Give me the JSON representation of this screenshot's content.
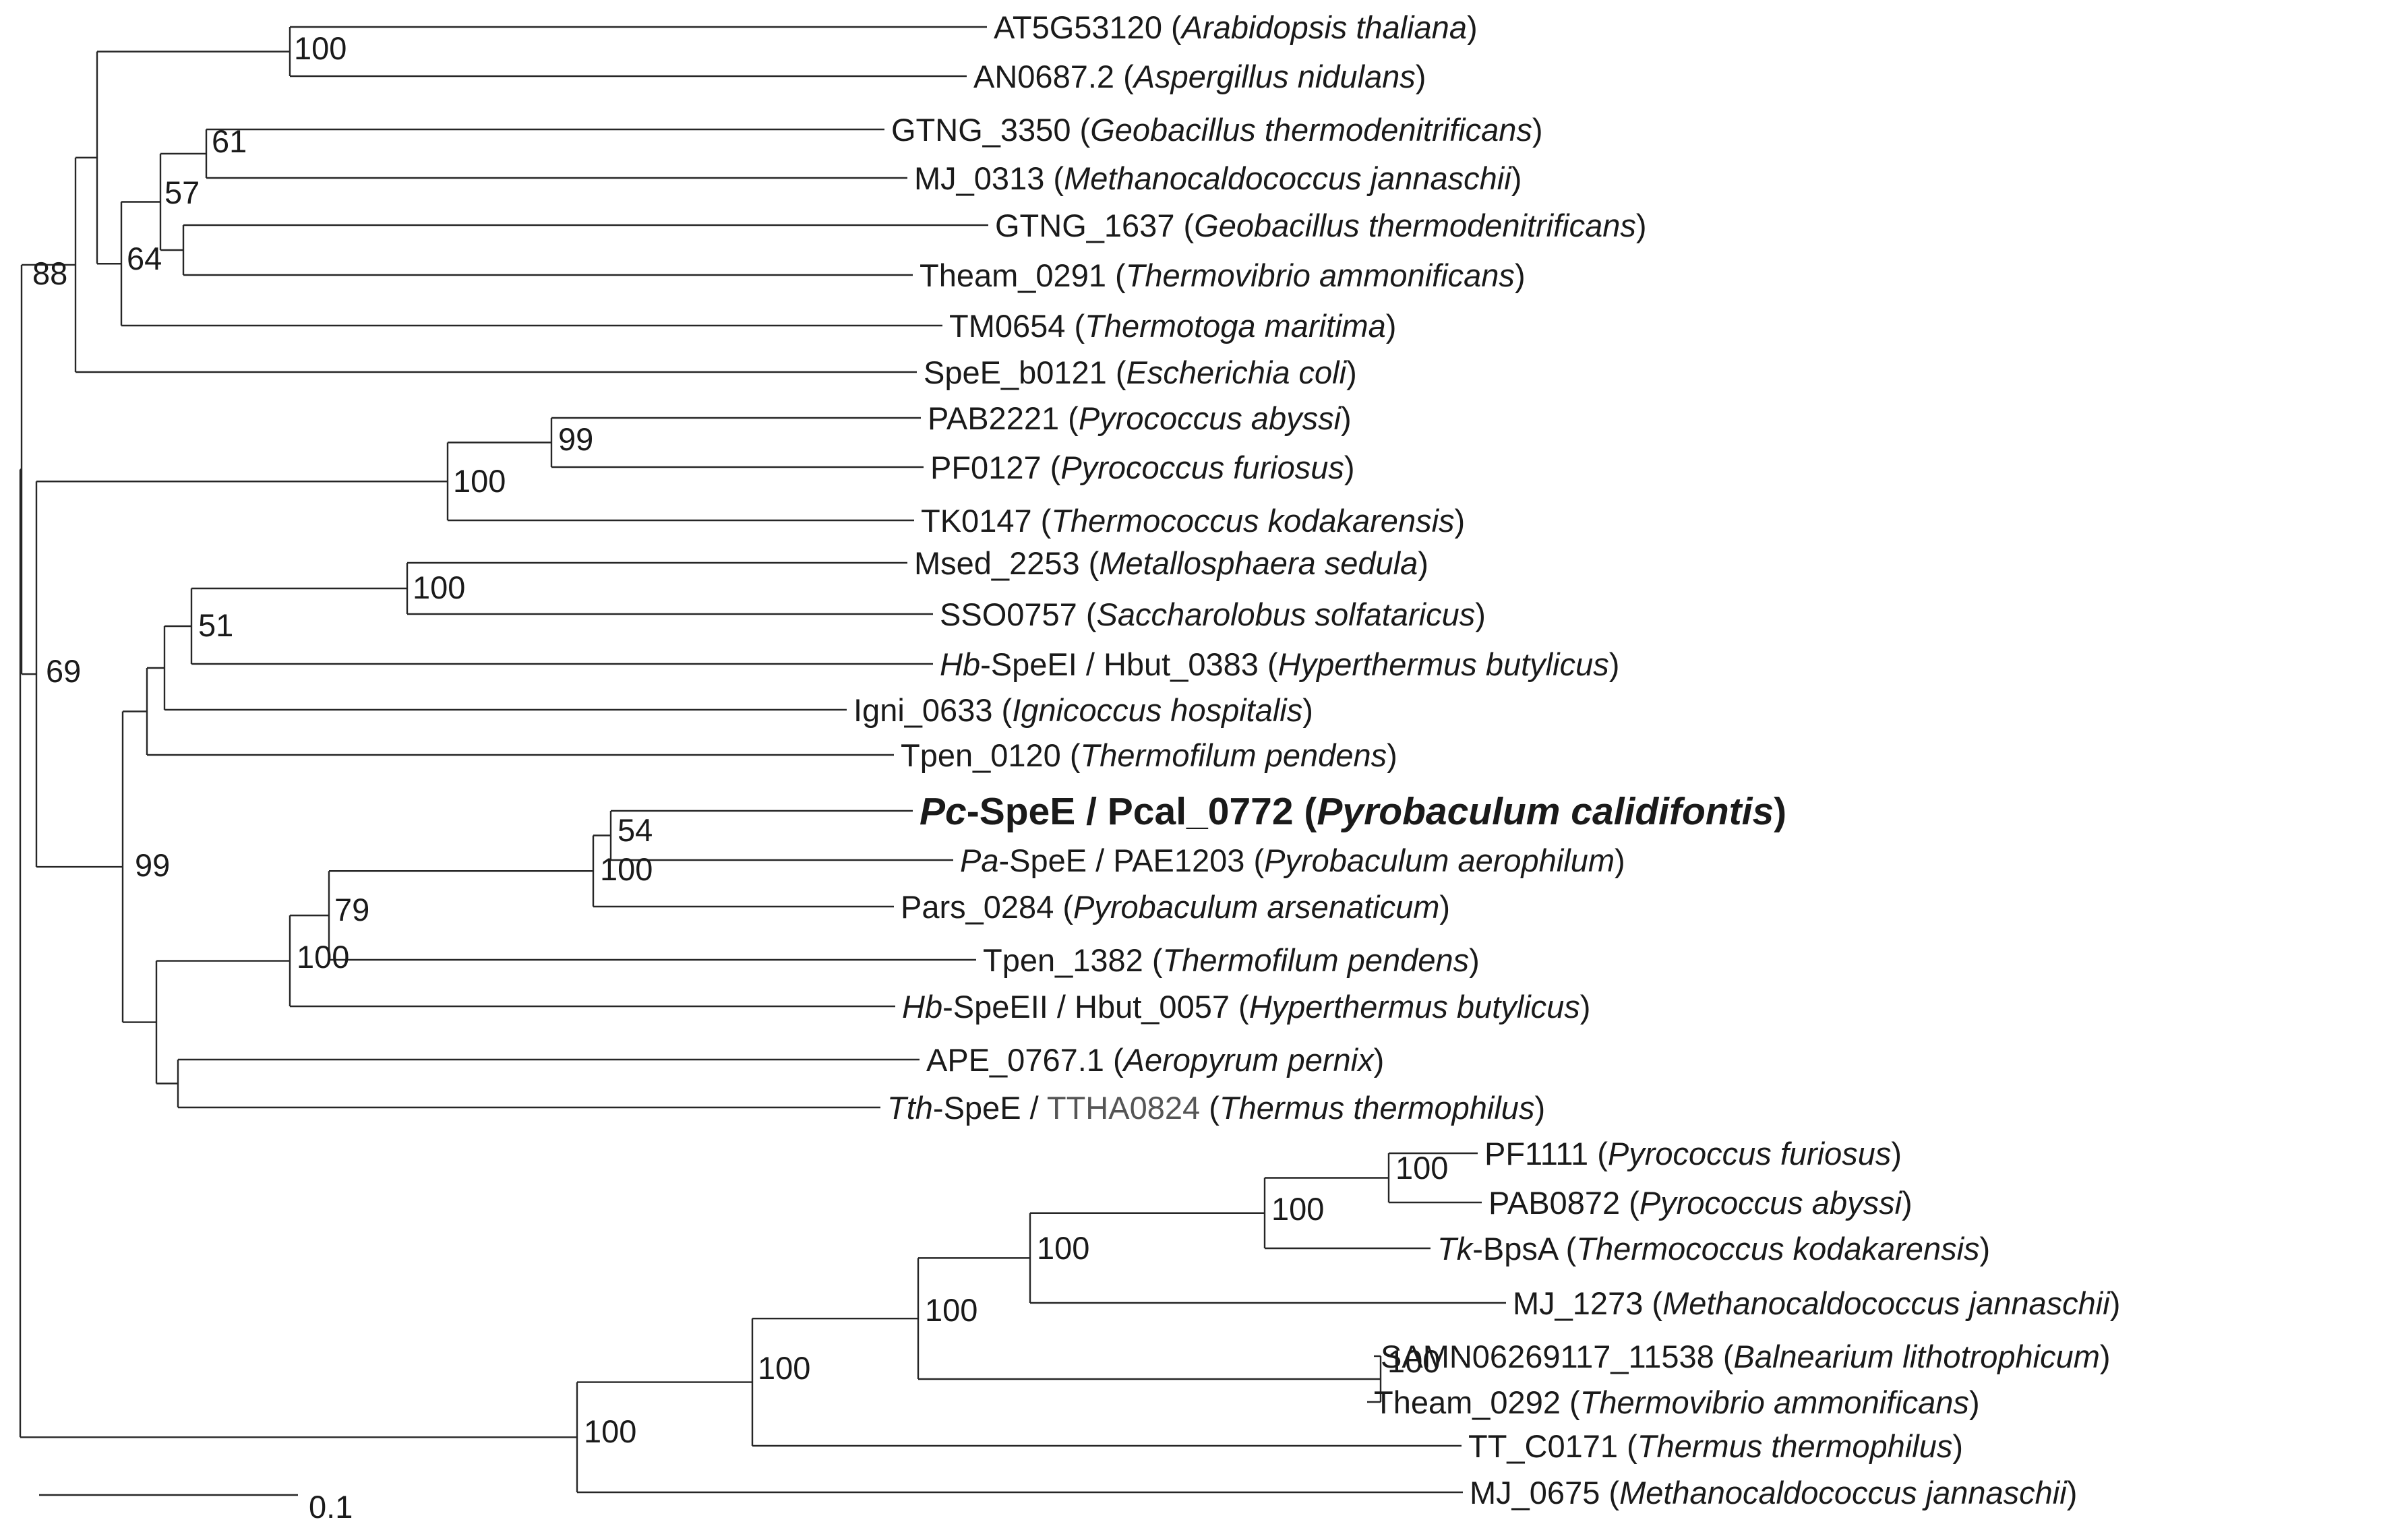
{
  "scale_bar": {
    "label": "0.1"
  },
  "leaves": [
    {
      "id": "L1",
      "parts": [
        [
          "AT5G53120 (",
          ""
        ],
        [
          "Arabidopsis thaliana",
          "i"
        ],
        [
          ")",
          ""
        ]
      ]
    },
    {
      "id": "L2",
      "parts": [
        [
          "AN0687.2 (",
          ""
        ],
        [
          "Aspergillus nidulans",
          "i"
        ],
        [
          ")",
          ""
        ]
      ]
    },
    {
      "id": "L3",
      "parts": [
        [
          "GTNG_3350 (",
          ""
        ],
        [
          "Geobacillus thermodenitrificans",
          "i"
        ],
        [
          ")",
          ""
        ]
      ]
    },
    {
      "id": "L4",
      "parts": [
        [
          "MJ_0313 (",
          ""
        ],
        [
          "Methanocaldococcus jannaschii",
          "i"
        ],
        [
          ")",
          ""
        ]
      ]
    },
    {
      "id": "L5",
      "parts": [
        [
          "GTNG_1637 (",
          ""
        ],
        [
          "Geobacillus thermodenitrificans",
          "i"
        ],
        [
          ")",
          ""
        ]
      ]
    },
    {
      "id": "L6",
      "parts": [
        [
          "Theam_0291 (",
          ""
        ],
        [
          "Thermovibrio ammonificans",
          "i"
        ],
        [
          ")",
          ""
        ]
      ]
    },
    {
      "id": "L7",
      "parts": [
        [
          "TM0654 (",
          ""
        ],
        [
          "Thermotoga maritima",
          "i"
        ],
        [
          ")",
          ""
        ]
      ]
    },
    {
      "id": "L8",
      "parts": [
        [
          "SpeE_b0121 (",
          ""
        ],
        [
          "Escherichia coli",
          "i"
        ],
        [
          ")",
          ""
        ]
      ]
    },
    {
      "id": "L9",
      "parts": [
        [
          "PAB2221 (",
          ""
        ],
        [
          "Pyrococcus abyssi",
          "i"
        ],
        [
          ")",
          ""
        ]
      ]
    },
    {
      "id": "L10",
      "parts": [
        [
          "PF0127 (",
          ""
        ],
        [
          "Pyrococcus furiosus",
          "i"
        ],
        [
          ")",
          ""
        ]
      ]
    },
    {
      "id": "L11",
      "parts": [
        [
          "TK0147 (",
          ""
        ],
        [
          "Thermococcus kodakarensis",
          "i"
        ],
        [
          ")",
          ""
        ]
      ]
    },
    {
      "id": "L12",
      "parts": [
        [
          "Msed_2253 (",
          ""
        ],
        [
          "Metallosphaera sedula",
          "i"
        ],
        [
          ")",
          ""
        ]
      ]
    },
    {
      "id": "L13",
      "parts": [
        [
          "SSO0757 (",
          ""
        ],
        [
          "Saccharolobus solfataricus",
          "i"
        ],
        [
          ")",
          ""
        ]
      ]
    },
    {
      "id": "L14",
      "parts": [
        [
          "Hb",
          "i"
        ],
        [
          "-SpeEI / Hbut_0383 (",
          ""
        ],
        [
          "Hyperthermus butylicus",
          "i"
        ],
        [
          ")",
          ""
        ]
      ]
    },
    {
      "id": "L15",
      "parts": [
        [
          "Igni_0633 (",
          ""
        ],
        [
          "Ignicoccus hospitalis",
          "i"
        ],
        [
          ")",
          ""
        ]
      ]
    },
    {
      "id": "L16",
      "parts": [
        [
          "Tpen_0120 (",
          ""
        ],
        [
          "Thermofilum pendens",
          "i"
        ],
        [
          ")",
          ""
        ]
      ]
    },
    {
      "id": "L17",
      "bold": true,
      "parts": [
        [
          "Pc",
          "i"
        ],
        [
          "-SpeE / Pcal_0772 (",
          ""
        ],
        [
          "Pyrobaculum calidifontis",
          "i"
        ],
        [
          ")",
          ""
        ]
      ]
    },
    {
      "id": "L18",
      "parts": [
        [
          "Pa",
          "i"
        ],
        [
          "-SpeE / PAE1203 (",
          ""
        ],
        [
          "Pyrobaculum aerophilum",
          "i"
        ],
        [
          ")",
          ""
        ]
      ]
    },
    {
      "id": "L19",
      "parts": [
        [
          "Pars_0284 (",
          ""
        ],
        [
          "Pyrobaculum arsenaticum",
          "i"
        ],
        [
          ")",
          ""
        ]
      ]
    },
    {
      "id": "L20",
      "parts": [
        [
          "Tpen_1382 (",
          ""
        ],
        [
          "Thermofilum pendens",
          "i"
        ],
        [
          ")",
          ""
        ]
      ]
    },
    {
      "id": "L21",
      "parts": [
        [
          "Hb",
          "i"
        ],
        [
          "-SpeEII / Hbut_0057 (",
          ""
        ],
        [
          "Hyperthermus butylicus",
          "i"
        ],
        [
          ")",
          ""
        ]
      ]
    },
    {
      "id": "L22",
      "parts": [
        [
          "APE_0767.1 (",
          ""
        ],
        [
          "Aeropyrum pernix",
          "i"
        ],
        [
          ")",
          ""
        ]
      ]
    },
    {
      "id": "L23",
      "parts": [
        [
          "Tth",
          "i"
        ],
        [
          "-SpeE / ",
          ""
        ],
        [
          "TTHA0824",
          "g"
        ],
        [
          " (",
          ""
        ],
        [
          "Thermus thermophilus",
          "i"
        ],
        [
          ")",
          ""
        ]
      ]
    },
    {
      "id": "L24",
      "parts": [
        [
          "PF1111 (",
          ""
        ],
        [
          "Pyrococcus furiosus",
          "i"
        ],
        [
          ")",
          ""
        ]
      ]
    },
    {
      "id": "L25",
      "parts": [
        [
          "PAB0872 (",
          ""
        ],
        [
          "Pyrococcus abyssi",
          "i"
        ],
        [
          ")",
          ""
        ]
      ]
    },
    {
      "id": "L26",
      "parts": [
        [
          "Tk",
          "i"
        ],
        [
          "-BpsA (",
          ""
        ],
        [
          "Thermococcus kodakarensis",
          "i"
        ],
        [
          ")",
          ""
        ]
      ]
    },
    {
      "id": "L27",
      "parts": [
        [
          "MJ_1273 (",
          ""
        ],
        [
          "Methanocaldococcus jannaschii",
          "i"
        ],
        [
          ")",
          ""
        ]
      ]
    },
    {
      "id": "L28",
      "parts": [
        [
          "SAMN06269117_11538 (",
          ""
        ],
        [
          "Balnearium lithotrophicum",
          "i"
        ],
        [
          ")",
          ""
        ]
      ]
    },
    {
      "id": "L29",
      "parts": [
        [
          "Theam_0292 (",
          ""
        ],
        [
          "Thermovibrio ammonificans",
          "i"
        ],
        [
          ")",
          ""
        ]
      ]
    },
    {
      "id": "L30",
      "parts": [
        [
          "TT_C0171 (",
          ""
        ],
        [
          "Thermus thermophilus",
          "i"
        ],
        [
          ")",
          ""
        ]
      ]
    },
    {
      "id": "L31",
      "parts": [
        [
          "MJ_0675 (",
          ""
        ],
        [
          "Methanocaldococcus jannaschii",
          "i"
        ],
        [
          ")",
          ""
        ]
      ]
    }
  ],
  "support_values": {
    "n_a1": "100",
    "n_g61": "61",
    "n_g57": "57",
    "n_g64": "64",
    "n_a": "88",
    "n_p99": "99",
    "n_p100": "100",
    "n_c100": "100",
    "n_c51": "51",
    "n_b54": "54",
    "n_b100": "100",
    "n_b79": "79",
    "n_b100b": "100",
    "n_c": "99",
    "n_b": "69",
    "n_d1": "100",
    "n_d2": "100",
    "n_d3": "100",
    "n_d4": "100",
    "n_d5": "100",
    "n_d6": "100",
    "n_d7": "100"
  },
  "colors": {
    "branch": "#262626",
    "text": "#1a1a1a",
    "grey_label": "#555555"
  }
}
